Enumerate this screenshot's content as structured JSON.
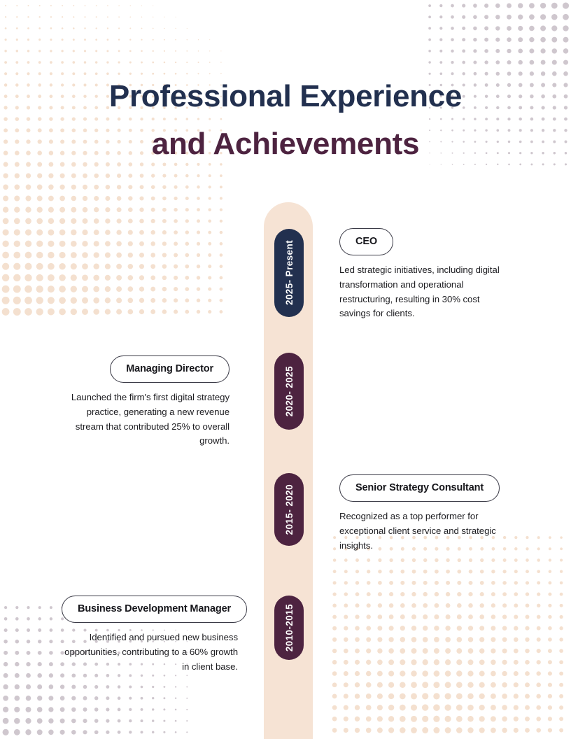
{
  "document": {
    "title_line_1": "Professional Experience",
    "title_line_2": "and Achievements"
  },
  "theme": {
    "navy": "#22304f",
    "maroon": "#4d2340",
    "timeline_bar": "#f6e3d4",
    "dots_peach": "#f4e0cf",
    "dots_mauve": "#cfc7ce",
    "capsule_border": "#3a3a46",
    "body_text": "#1c1c20",
    "page_background": "#ffffff"
  },
  "timeline": {
    "entries": [
      {
        "period": "2025- Present",
        "role": "CEO",
        "description": "Led strategic initiatives, including digital transformation and operational restructuring, resulting in 30% cost savings for clients.",
        "side": "right",
        "pill_color": "#22304f"
      },
      {
        "period": "2020- 2025",
        "role": "Managing Director",
        "description": "Launched the firm's first digital strategy practice, generating a new revenue stream that contributed 25% to overall growth.",
        "side": "left",
        "pill_color": "#4d2340"
      },
      {
        "period": "2015- 2020",
        "role": "Senior Strategy Consultant",
        "description": "Recognized as a top performer for exceptional client service and strategic insights.",
        "side": "right",
        "pill_color": "#4d2340"
      },
      {
        "period": "2010-2015",
        "role": "Business Development Manager",
        "description": "Identified and pursued new business opportunities, contributing to a 60% growth in client base.",
        "side": "left",
        "pill_color": "#4d2340"
      }
    ]
  }
}
